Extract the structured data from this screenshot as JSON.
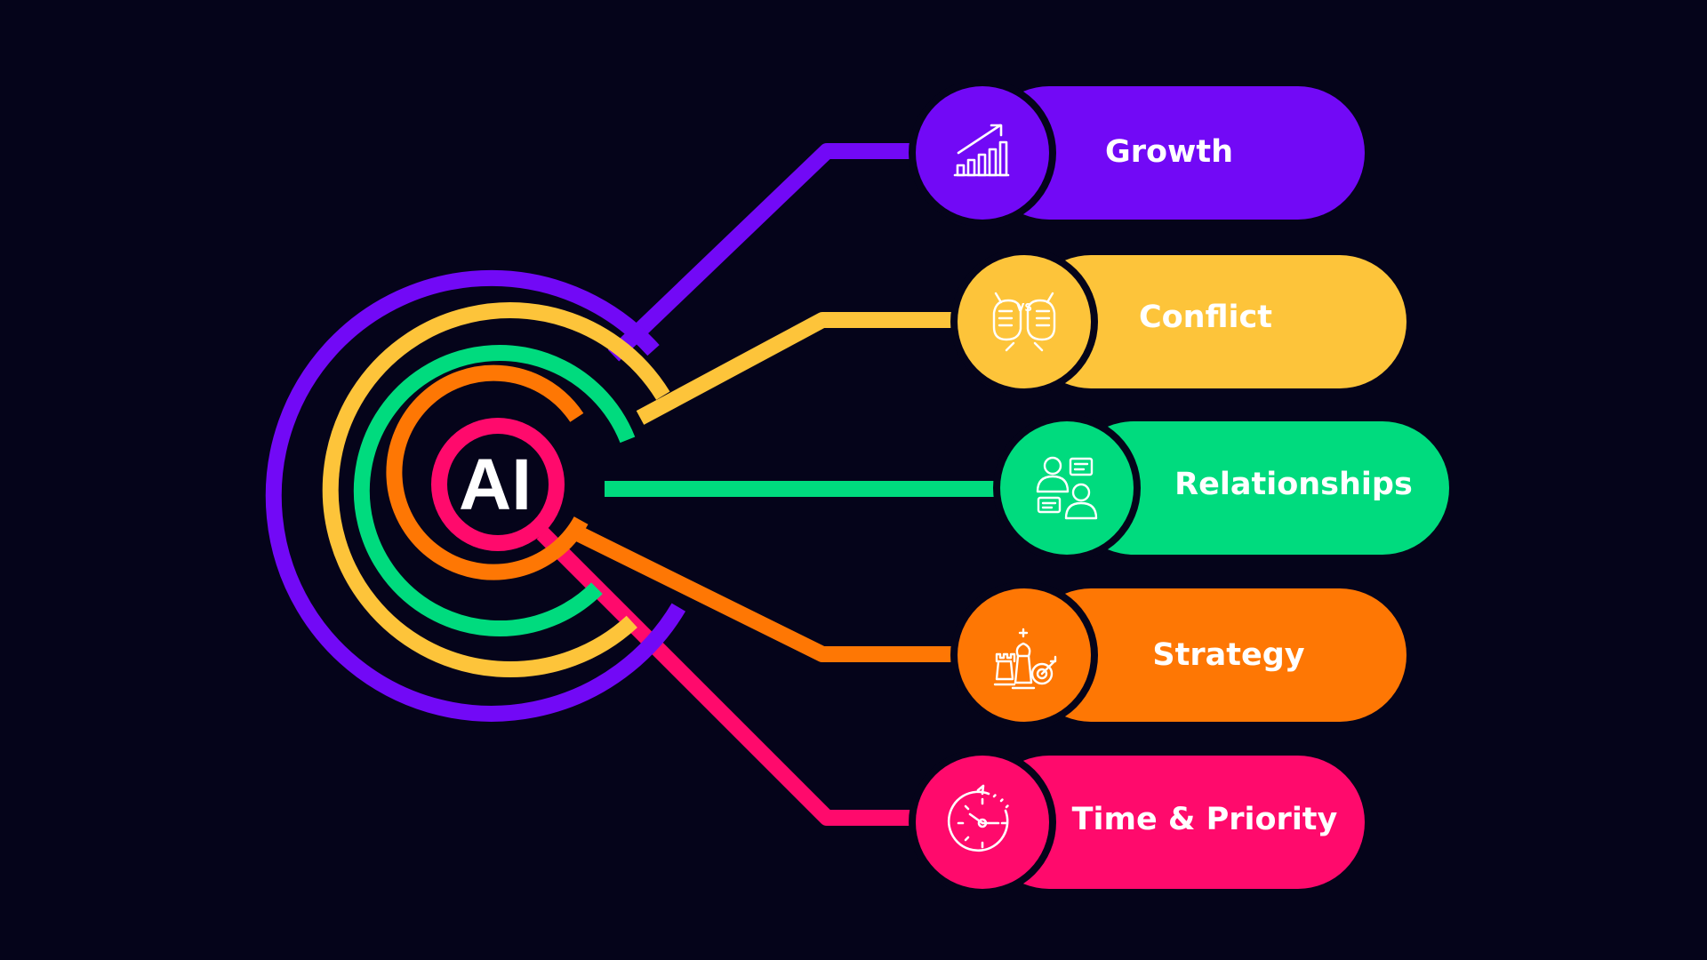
{
  "diagram": {
    "hub_label": "AI",
    "items": [
      {
        "label": "Growth",
        "icon": "growth-chart-icon",
        "color": "#7209f6"
      },
      {
        "label": "Conflict",
        "icon": "conflict-fists-icon",
        "color": "#fdc43a"
      },
      {
        "label": "Relationships",
        "icon": "relationships-people-icon",
        "color": "#00db7e"
      },
      {
        "label": "Strategy",
        "icon": "strategy-chess-icon",
        "color": "#fe7704"
      },
      {
        "label": "Time & Priority",
        "icon": "time-stopwatch-icon",
        "color": "#ff0a6c"
      }
    ],
    "background_color": "#05041a"
  }
}
